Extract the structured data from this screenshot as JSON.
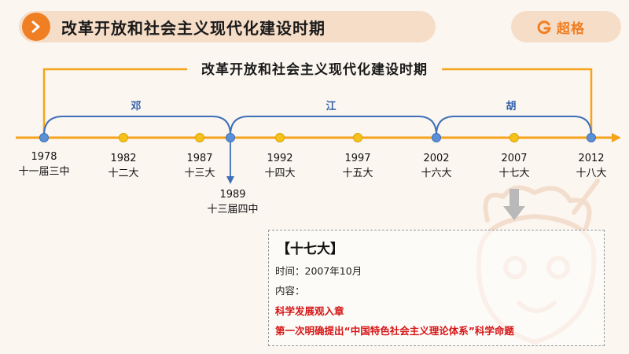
{
  "header": {
    "title": "改革开放和社会主义现代化建设时期",
    "logo_text": "超格"
  },
  "period": {
    "title": "改革开放和社会主义现代化建设时期",
    "leaders": [
      "邓",
      "江",
      "胡"
    ]
  },
  "timeline": {
    "events": [
      {
        "year": "1978",
        "label": "十一届三中"
      },
      {
        "year": "1982",
        "label": "十二大"
      },
      {
        "year": "1987",
        "label": "十三大"
      },
      {
        "year": "1992",
        "label": "十四大"
      },
      {
        "year": "1997",
        "label": "十五大"
      },
      {
        "year": "2002",
        "label": "十六大"
      },
      {
        "year": "2007",
        "label": "十七大"
      },
      {
        "year": "2012",
        "label": "十八大"
      }
    ],
    "extra_event": {
      "year": "1989",
      "label": "十三届四中"
    }
  },
  "info": {
    "heading": "【十七大】",
    "time_line": "时间：2007年10月",
    "content_label": "内容：",
    "points": [
      "科学发展观入章",
      "第一次明确提出“中国特色社会主义理论体系”科学命题"
    ]
  },
  "colors": {
    "accent_orange": "#F07E22",
    "timeline_blue": "#3E6FB8",
    "highlight_red": "#D61515",
    "dot_yellow": "#F5C21B"
  }
}
